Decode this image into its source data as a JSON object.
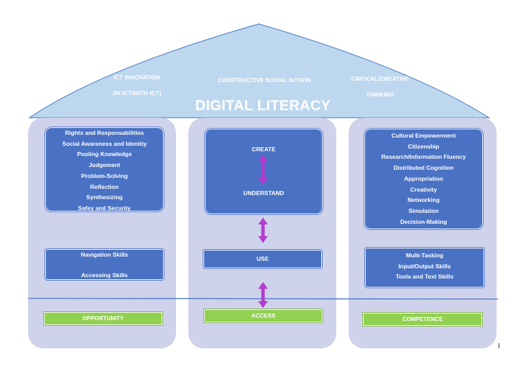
{
  "roof": {
    "left_line1": "ICT INNOVATION",
    "left_line2": "[IN ICT/WITH ICT]",
    "center": "CONSTRUCTIVE SOCIAL ACTION",
    "right_line1": "CRITICAL/CREATIVE",
    "right_line2": "THINKING",
    "title": "DIGITAL LITERACY"
  },
  "left_pillar": {
    "top_items": [
      "Rights and Responsabilities",
      "Social Awareness and Identity",
      "Pooling Knowledge",
      "Judgement",
      "Problem-Solving",
      "Reflection",
      "Synthesizing",
      "Safey and Security"
    ],
    "mid_item1": "Navigation Skills",
    "mid_item2": "Accessing Skills",
    "base": "OPPORTUNITY"
  },
  "center_pillar": {
    "create": "CREATE",
    "understand": "UNDERSTAND",
    "use": "USE",
    "base": "ACCESS"
  },
  "right_pillar": {
    "top_items": [
      "Cultural Empowerment",
      "Citizenship",
      "Research/Information Fluency",
      "Distributed Cognition",
      "Appropriation",
      "Creativity",
      "Networking",
      "Simulation",
      "Decision-Making"
    ],
    "mid_items": [
      "Multi-Tasking",
      "Input/Output Skills",
      "Tools and Text Skills"
    ],
    "base": "COMPETENCE"
  },
  "colors": {
    "roof": "#bdd7ee",
    "pillar": "#ced2ea",
    "box": "#4a72c4",
    "base": "#92d050",
    "arrow": "#b23ccf"
  },
  "cursor_mark": "I"
}
